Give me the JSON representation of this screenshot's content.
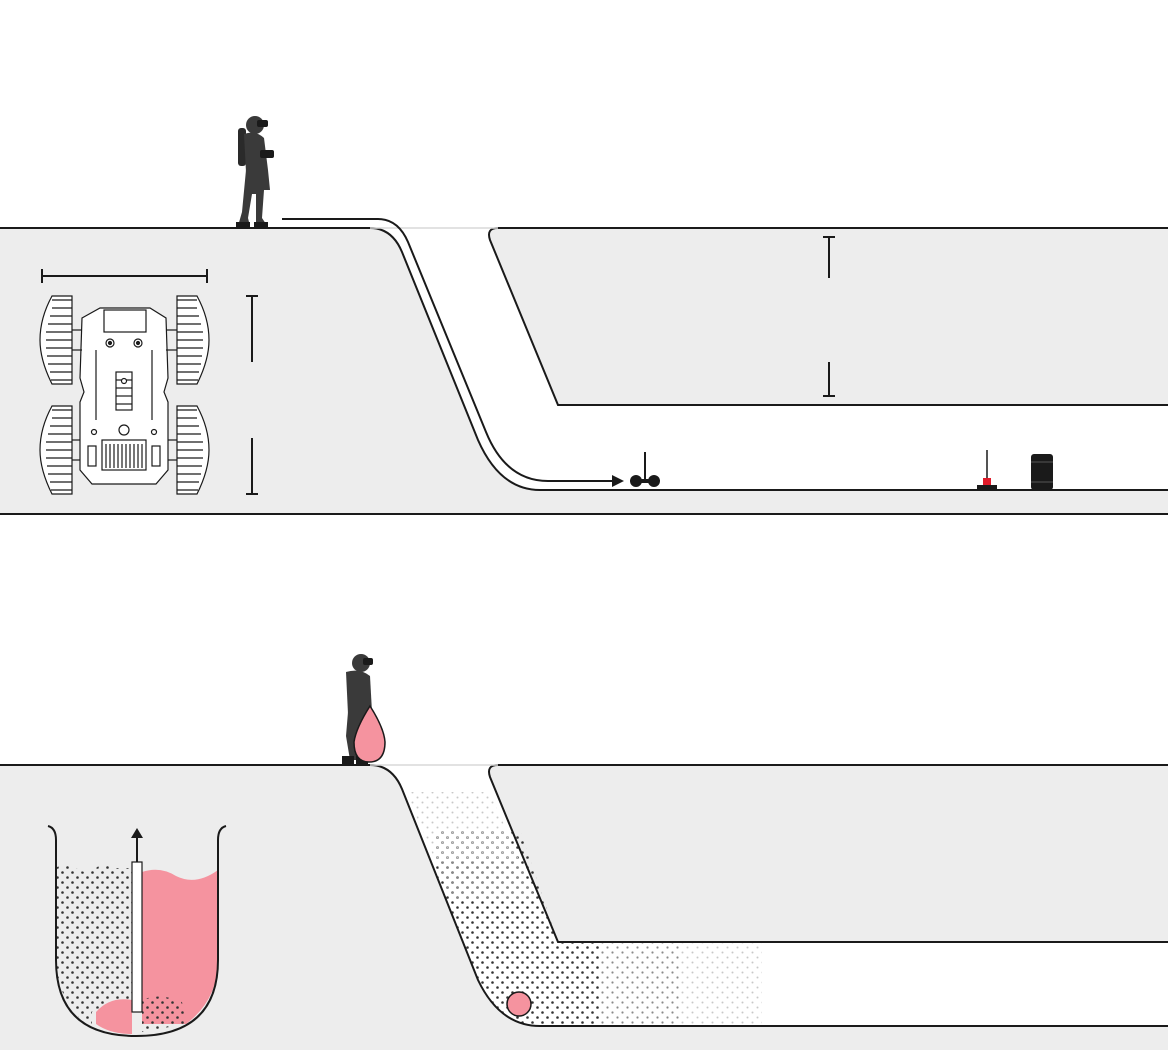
{
  "colors": {
    "ground": "#ededed",
    "outline": "#1a1a1a",
    "background": "#ffffff",
    "accent_pink": "#f5939f",
    "accent_red": "#e01b2a",
    "figure": "#3a3a3a",
    "dots": "#333333"
  },
  "panels": [
    {
      "name": "top-panel",
      "description_items": [
        "soldier-figure",
        "robot-vehicle-icon",
        "tunnel-path-arrow",
        "sensor-device",
        "target-marker",
        "barrel-object"
      ]
    },
    {
      "name": "bottom-panel",
      "description_items": [
        "soldier-figure",
        "pink-drop",
        "container-vessel",
        "foam-fill",
        "pink-ball"
      ]
    }
  ]
}
